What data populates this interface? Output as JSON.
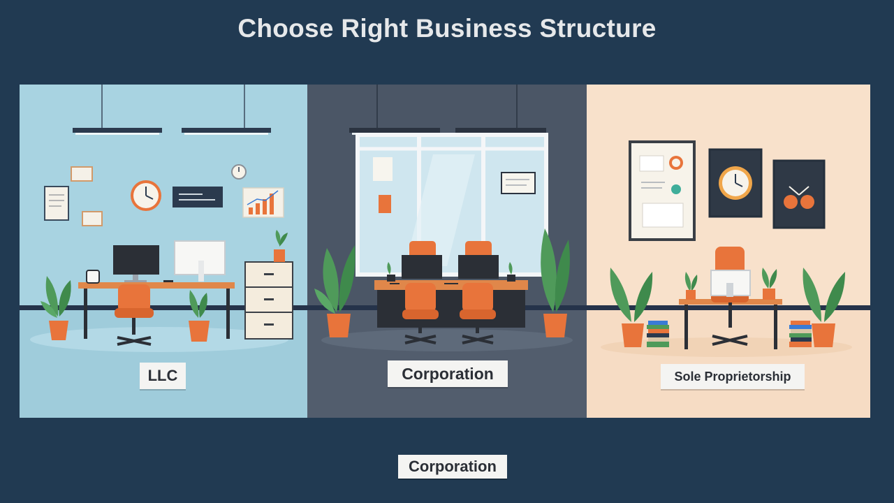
{
  "title": "Choose Right Business Structure",
  "panels": [
    {
      "id": "llc",
      "label": "LLC",
      "background": "#a8d3e1"
    },
    {
      "id": "corporation",
      "label": "Corporation",
      "background": "#4b5666"
    },
    {
      "id": "sole-proprietorship",
      "label": "Sole Proprietorship",
      "background": "#f8e1cb"
    }
  ],
  "bottom_label": "Corporation",
  "colors": {
    "page_background": "#213a52",
    "accent_orange": "#e8743b",
    "plant_green": "#4f9a5a",
    "desk_wood": "#e0874a"
  },
  "icons": [
    "clock-icon",
    "chart-icon",
    "plant-icon",
    "monitor-icon",
    "office-chair-icon",
    "book-stack-icon",
    "ceiling-lamp-icon"
  ]
}
